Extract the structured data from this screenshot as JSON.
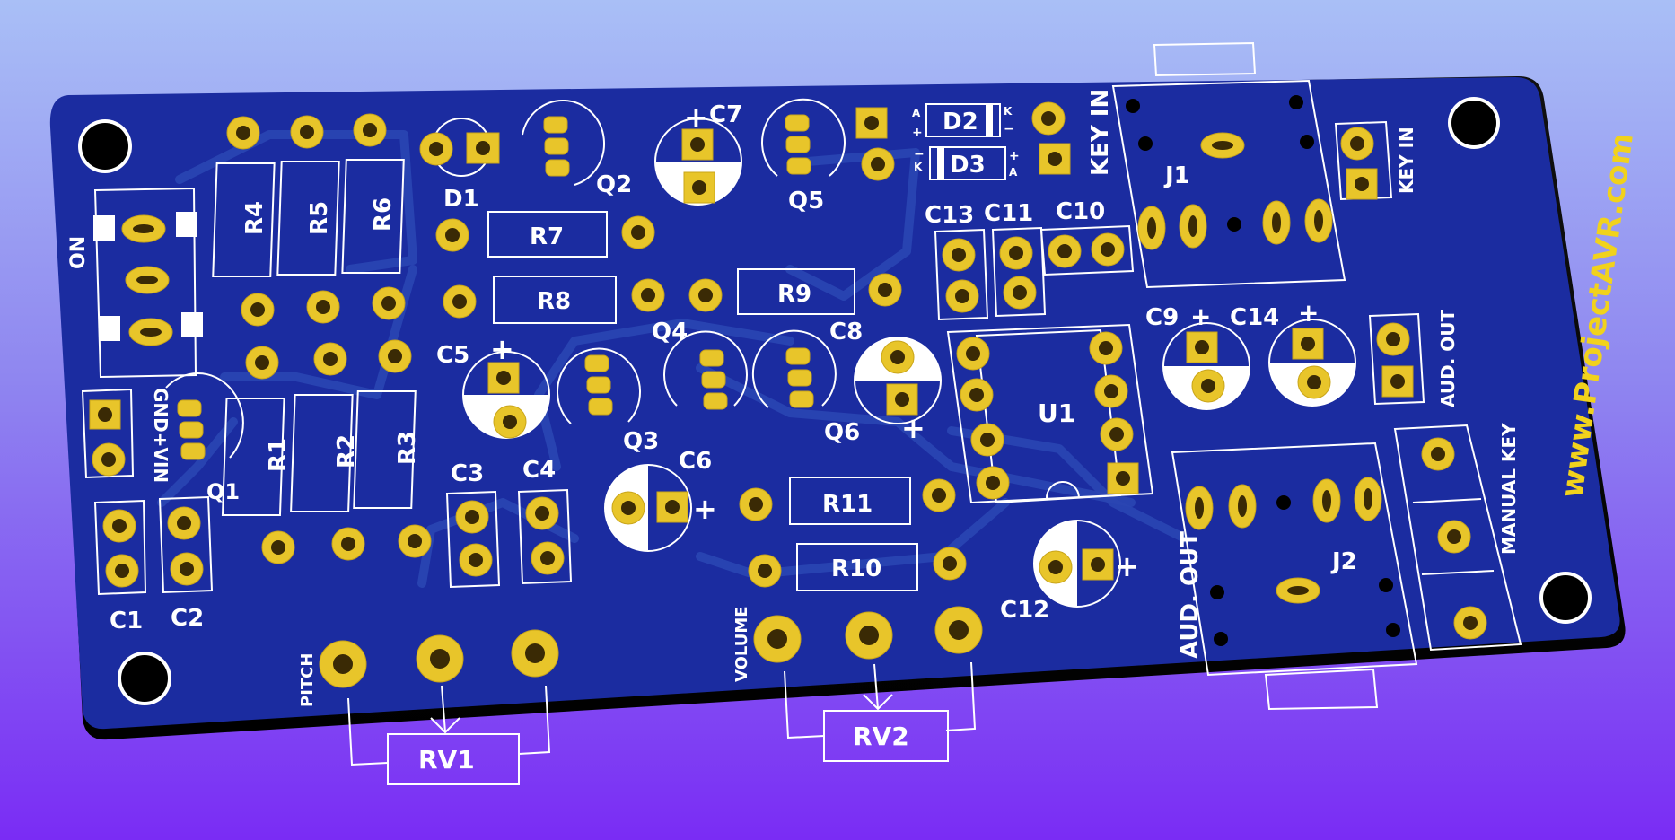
{
  "board": {
    "url_text": "www.ProjectAVR.com",
    "colors": {
      "board": "#1b2ca0",
      "pad": "#e8c52a",
      "silk": "#ffffff",
      "url": "#f1d21c"
    }
  },
  "labels": {
    "ON": "ON",
    "GND_VIN": "GND+VIN",
    "Q1": "Q1",
    "C1": "C1",
    "C2": "C2",
    "C3": "C3",
    "C4": "C4",
    "C5": "C5",
    "C6": "C6",
    "C7": "C7",
    "C8": "C8",
    "C9": "C9",
    "C10": "C10",
    "C11": "C11",
    "C12": "C12",
    "C13": "C13",
    "C14": "C14",
    "R1": "R1",
    "R2": "R2",
    "R3": "R3",
    "R4": "R4",
    "R5": "R5",
    "R6": "R6",
    "R7": "R7",
    "R8": "R8",
    "R9": "R9",
    "R10": "R10",
    "R11": "R11",
    "D1": "D1",
    "D2": "D2",
    "D3": "D3",
    "Q2": "Q2",
    "Q3": "Q3",
    "Q4": "Q4",
    "Q5": "Q5",
    "Q6": "Q6",
    "U1": "U1",
    "J1": "J1",
    "J2": "J2",
    "KEY_IN_1": "KEY IN",
    "KEY_IN_2": "KEY IN",
    "AUD_OUT_1": "AUD. OUT",
    "AUD_OUT_2": "AUD. OUT",
    "MANUAL_KEY": "MANUAL KEY",
    "PITCH": "PITCH",
    "VOLUME": "VOLUME",
    "RV1": "RV1",
    "RV2": "RV2",
    "A": "A",
    "K": "K",
    "PLUS": "+",
    "MINUS": "−"
  }
}
